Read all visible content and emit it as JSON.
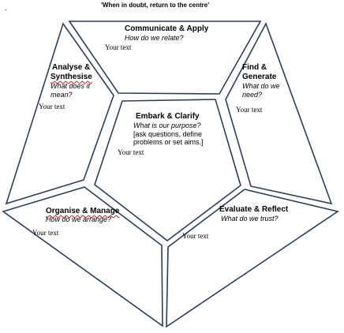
{
  "header": {
    "title": "'When in doubt, return to the centre'",
    "mark": "-"
  },
  "sections": {
    "communicate": {
      "title": "Communicate & Apply",
      "question": "How do we relate?",
      "placeholder": "Your text"
    },
    "analyse": {
      "title_line1": "Analyse &",
      "title_line2": "Synthesise",
      "question_line1": "What does it",
      "question_line2": "mean?",
      "placeholder": "Your text"
    },
    "find": {
      "title_line1": "Find &",
      "title_line2": "Generate",
      "question_line1": "What do we",
      "question_line2": "need?",
      "placeholder": "Your text"
    },
    "embark": {
      "title": "Embark & Clarify",
      "question": "What is our purpose?",
      "detail_line1": "[ask questions, define",
      "detail_line2": "problems or set aims.]",
      "placeholder": "Your text"
    },
    "organise": {
      "title": "Organise & Manage",
      "question": "How do we arrange?",
      "placeholder": "Your text"
    },
    "evaluate": {
      "title": "Evaluate & Reflect",
      "question": "What do we trust?",
      "placeholder": "Your text"
    }
  },
  "colors": {
    "stroke": "#2f3d57",
    "text": "#000000",
    "spellcheck": "#d02020"
  }
}
